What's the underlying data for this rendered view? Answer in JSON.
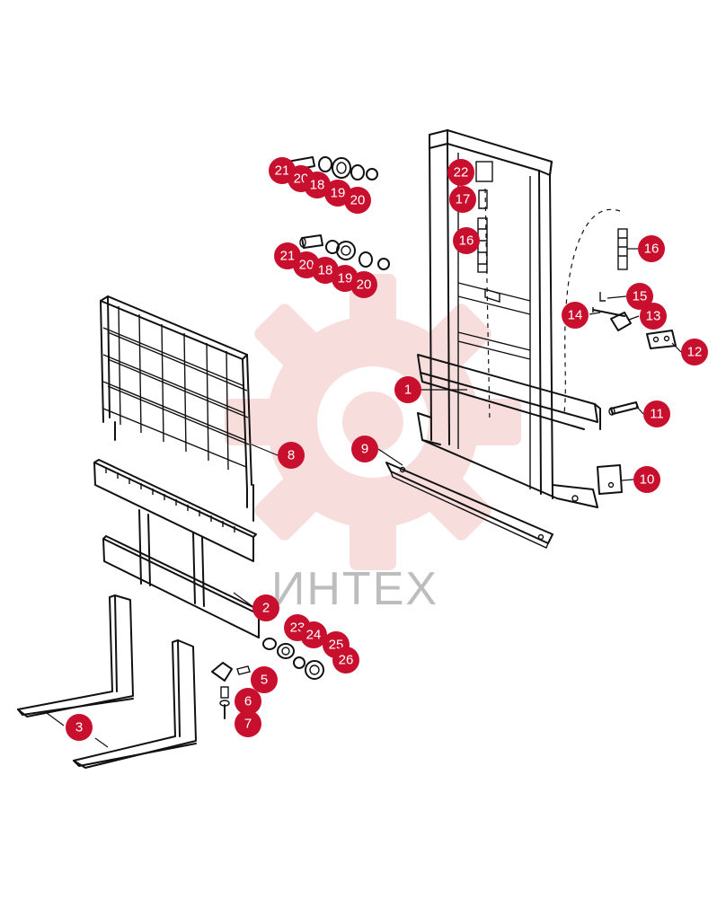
{
  "watermark": {
    "text": "ИНТЕХ",
    "color": "#f4c2c2"
  },
  "callout_color": "#c8102e",
  "callouts": [
    {
      "label": "21"
    },
    {
      "label": "20"
    },
    {
      "label": "18"
    },
    {
      "label": "19"
    },
    {
      "label": "20"
    },
    {
      "label": "21"
    },
    {
      "label": "20"
    },
    {
      "label": "18"
    },
    {
      "label": "19"
    },
    {
      "label": "20"
    },
    {
      "label": "22"
    },
    {
      "label": "17"
    },
    {
      "label": "16"
    },
    {
      "label": "16"
    },
    {
      "label": "15"
    },
    {
      "label": "14"
    },
    {
      "label": "13"
    },
    {
      "label": "12"
    },
    {
      "label": "1"
    },
    {
      "label": "11"
    },
    {
      "label": "9"
    },
    {
      "label": "8"
    },
    {
      "label": "10"
    },
    {
      "label": "2"
    },
    {
      "label": "23"
    },
    {
      "label": "24"
    },
    {
      "label": "25"
    },
    {
      "label": "26"
    },
    {
      "label": "5"
    },
    {
      "label": "6"
    },
    {
      "label": "7"
    },
    {
      "label": "3"
    }
  ]
}
